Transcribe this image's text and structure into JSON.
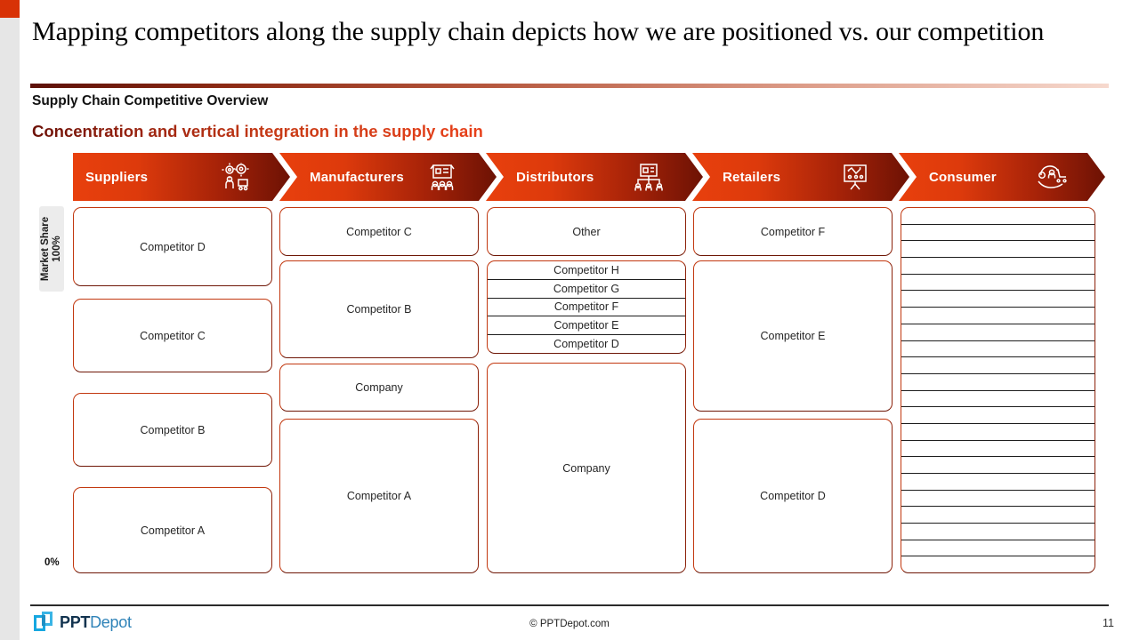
{
  "slide": {
    "title": "Mapping competitors along the supply chain depicts how we are positioned vs. our competition",
    "subtitle": "Supply Chain Competitive Overview",
    "kicker": "Concentration and vertical integration in the supply chain",
    "page_number": "11",
    "copyright": "© PPTDepot.com",
    "accent_orange": "#e8400d",
    "accent_dark_red": "#6d1204",
    "kicker_color": "#c0310f"
  },
  "logo": {
    "name_bold": "PPT",
    "name_light": "Depot",
    "mark_color": "#16a7e0",
    "bold_color": "#12334f",
    "light_color": "#2f83b8"
  },
  "axis": {
    "label": "Market Share\n100%",
    "label_line1": "Market Share",
    "label_line2": "100%",
    "min_label": "0%"
  },
  "stages": [
    {
      "label": "Suppliers",
      "icon": "supplier-gears-worker-icon"
    },
    {
      "label": "Manufacturers",
      "icon": "factory-workers-icon"
    },
    {
      "label": "Distributors",
      "icon": "distribution-network-icon"
    },
    {
      "label": "Retailers",
      "icon": "retail-whiteboard-icon"
    },
    {
      "label": "Consumer",
      "icon": "consumer-cart-hand-icon"
    }
  ],
  "chart_data": {
    "type": "bar",
    "title": "Concentration and vertical integration in the supply chain",
    "xlabel": "",
    "ylabel": "Market Share",
    "ylim": [
      0,
      100
    ],
    "grid": false,
    "legend": "none",
    "categories": [
      "Suppliers",
      "Manufacturers",
      "Distributors",
      "Retailers",
      "Consumer"
    ],
    "columns": [
      {
        "stage": "Suppliers",
        "segments": [
          {
            "label": "Competitor D",
            "share": 24
          },
          {
            "label": "Competitor C",
            "share": 22
          },
          {
            "label": "Competitor B",
            "share": 22
          },
          {
            "label": "Competitor A",
            "share": 22
          }
        ]
      },
      {
        "stage": "Manufacturers",
        "segments": [
          {
            "label": "Competitor C",
            "share": 12
          },
          {
            "label": "Competitor B",
            "share": 27
          },
          {
            "label": "Company",
            "share": 13
          },
          {
            "label": "Competitor A",
            "share": 40
          }
        ]
      },
      {
        "stage": "Distributors",
        "segments": [
          {
            "label": "Other",
            "share": 13
          },
          {
            "label": "Competitor H",
            "share": 5
          },
          {
            "label": "Competitor G",
            "share": 5
          },
          {
            "label": "Competitor F",
            "share": 5
          },
          {
            "label": "Competitor E",
            "share": 5
          },
          {
            "label": "Competitor D",
            "share": 5
          },
          {
            "label": "Company",
            "share": 59
          }
        ]
      },
      {
        "stage": "Retailers",
        "segments": [
          {
            "label": "Competitor F",
            "share": 12
          },
          {
            "label": "Competitor E",
            "share": 40
          },
          {
            "label": "Competitor D",
            "share": 42
          }
        ]
      },
      {
        "stage": "Consumer",
        "segments": [],
        "ruled_rows": 22,
        "note": "Unlabeled ruled block representing fragmented consumer base"
      }
    ]
  },
  "columns": {
    "suppliers": [
      {
        "label": "Competitor D"
      },
      {
        "label": "Competitor C"
      },
      {
        "label": "Competitor B"
      },
      {
        "label": "Competitor A"
      }
    ],
    "manufacturers": [
      {
        "label": "Competitor C"
      },
      {
        "label": "Competitor B"
      },
      {
        "label": "Company"
      },
      {
        "label": "Competitor A"
      }
    ],
    "distributors_top": {
      "label": "Other"
    },
    "distributors_stack": [
      {
        "label": "Competitor H"
      },
      {
        "label": "Competitor G"
      },
      {
        "label": "Competitor F"
      },
      {
        "label": "Competitor E"
      },
      {
        "label": "Competitor D"
      }
    ],
    "distributors_bottom": {
      "label": "Company"
    },
    "retailers": [
      {
        "label": "Competitor F"
      },
      {
        "label": "Competitor E"
      },
      {
        "label": "Competitor D"
      }
    ],
    "consumer_rows": 22
  }
}
